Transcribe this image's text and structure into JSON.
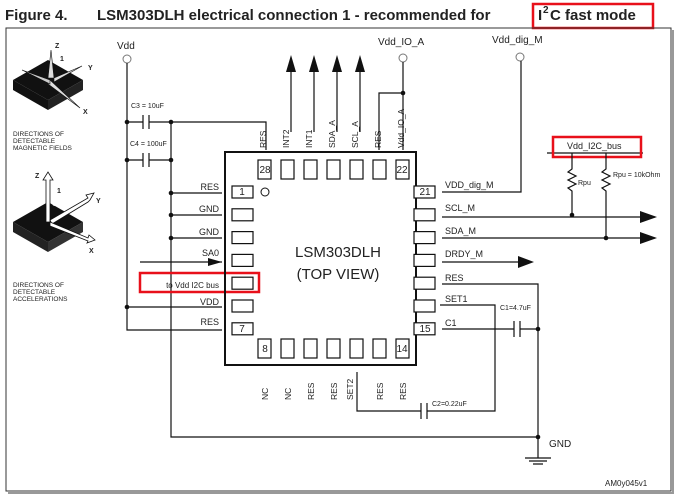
{
  "figure": {
    "number": "Figure 4.",
    "title_prefix": "LSM303DLH electrical connection 1 - recommended for ",
    "title_highlight": "C fast mode",
    "title_i": "I",
    "title_sup": "2",
    "highlight_color": "#e8101a"
  },
  "icons": {
    "magnetic": {
      "z": "Z",
      "y": "Y",
      "x": "X",
      "pin": "1",
      "caption": [
        "DIRECTIONS OF",
        "DETECTABLE",
        "MAGNETIC FIELDS"
      ]
    },
    "accel": {
      "z": "Z",
      "y": "Y",
      "x": "X",
      "pin": "1",
      "caption": [
        "DIRECTIONS OF",
        "DETECTABLE",
        "ACCELERATIONS"
      ]
    }
  },
  "supplies": {
    "vdd": "Vdd",
    "vdd_io_a": "Vdd_IO_A",
    "vdd_dig_m": "Vdd_dig_M",
    "vdd_i2c_bus": "Vdd_I2C_bus",
    "gnd": "GND"
  },
  "chip": {
    "name": "LSM303DLH",
    "view": "(TOP VIEW)",
    "pin_numbers": {
      "p1": "1",
      "p7": "7",
      "p8": "8",
      "p14": "14",
      "p15": "15",
      "p21": "21",
      "p22": "22",
      "p28": "28"
    },
    "left_pins": [
      "RES",
      "GND",
      "GND",
      "SA0",
      "to Vdd I2C bus",
      "VDD",
      "RES"
    ],
    "top_pins": [
      "RES",
      "INT2",
      "INT1",
      "SDA_A",
      "SCL_A",
      "RES",
      "Vdd_IO_A"
    ],
    "bottom_pins": [
      "NC",
      "NC",
      "RES",
      "RES",
      "SET2",
      "RES",
      "RES"
    ],
    "right_pins": [
      "VDD_dig_M",
      "SCL_M",
      "SDA_M",
      "DRDY_M",
      "RES",
      "SET1",
      "C1"
    ]
  },
  "components": {
    "c3": "C3 = 10uF",
    "c4": "C4 = 100uF",
    "c1": "C1=4.7uF",
    "c2": "C2=0.22uF",
    "rpu1": "Rpu",
    "rpu2": "Rpu = 10kOhm"
  },
  "doc_code": "AM0y045v1"
}
